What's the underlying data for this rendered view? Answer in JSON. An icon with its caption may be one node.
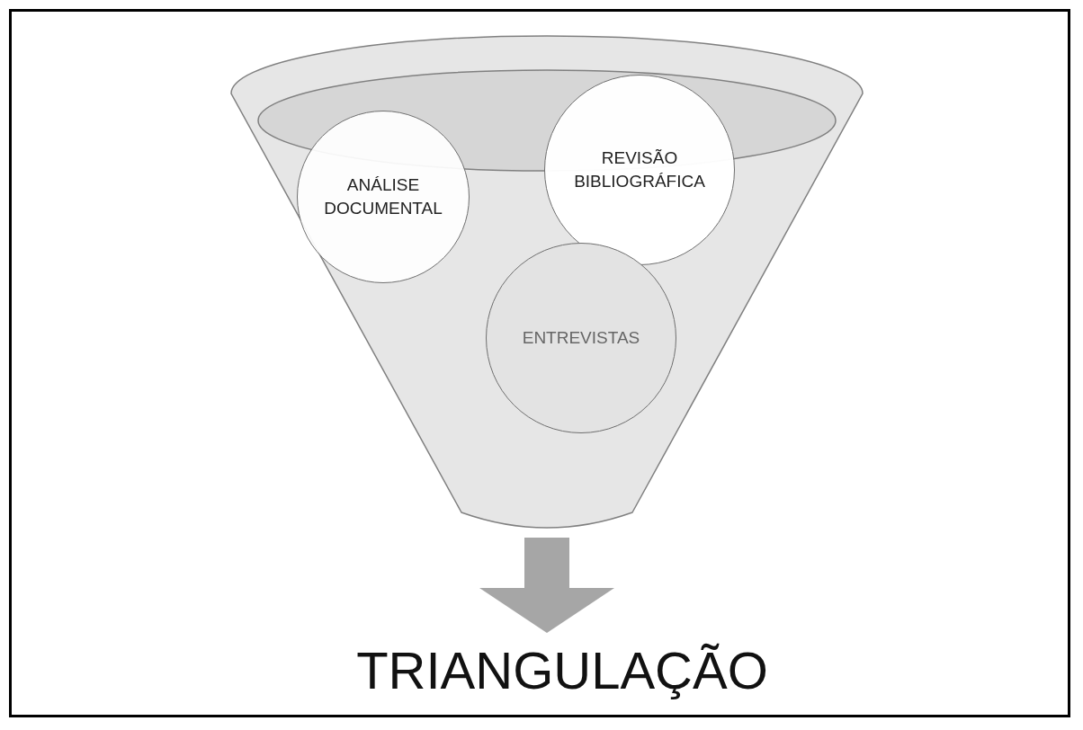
{
  "diagram": {
    "nodes": [
      {
        "text": [],
        "shape": "funnel"
      },
      {
        "text": [
          "ANÁLISE DOCUMENTAL"
        ],
        "in": 0
      },
      {
        "text": [
          "REVISÃO BIBLIOGRÁFICA"
        ],
        "in": 0
      },
      {
        "text": [
          "ENTREVISTAS"
        ],
        "in": 0
      },
      {
        "text": [
          "TRIANGULAÇÃO"
        ]
      }
    ],
    "edges": [
      {
        "from": 0,
        "to": 4,
        "arrow": "to"
      }
    ]
  }
}
